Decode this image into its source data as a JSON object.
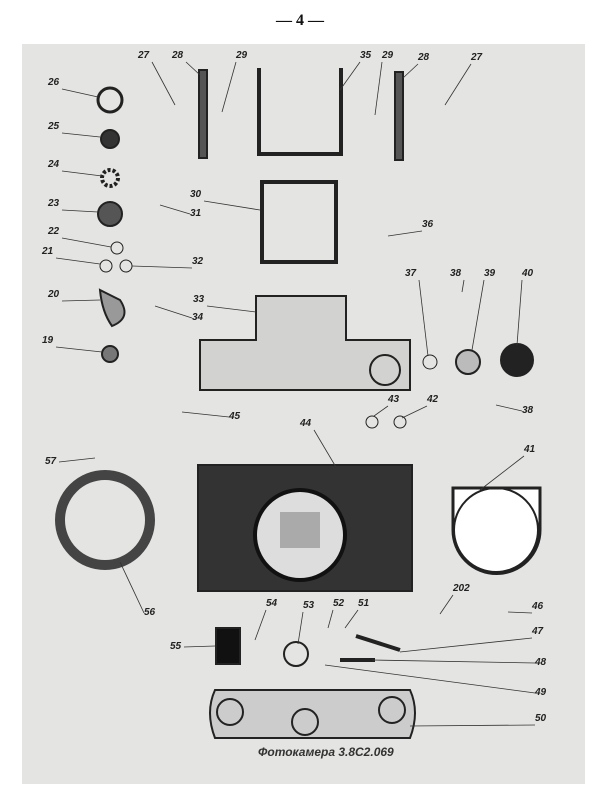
{
  "header": {
    "page_number": "— 4 —"
  },
  "caption": "Фотокамера 3.8С2.069",
  "part_labels": [
    "27",
    "28",
    "29",
    "35",
    "29",
    "28",
    "27",
    "26",
    "25",
    "24",
    "23",
    "30",
    "31",
    "36",
    "22",
    "21",
    "32",
    "37",
    "38",
    "39",
    "40",
    "20",
    "33",
    "34",
    "19",
    "45",
    "43",
    "42",
    "38",
    "44",
    "41",
    "57",
    "56",
    "202",
    "46",
    "54",
    "53",
    "52",
    "51",
    "47",
    "55",
    "48",
    "49",
    "50"
  ]
}
